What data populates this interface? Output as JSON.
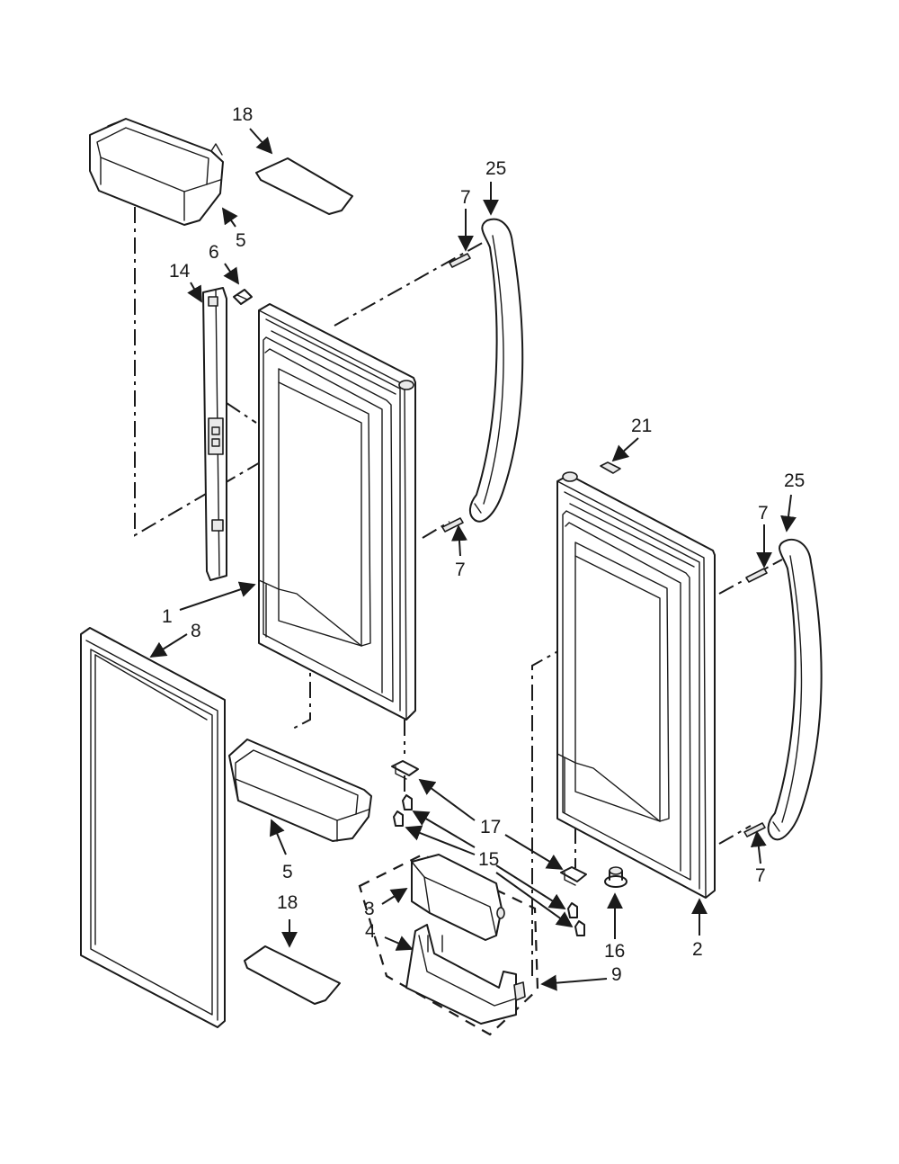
{
  "callouts": {
    "c18a": "18",
    "c25a": "25",
    "c7a": "7",
    "c5a": "5",
    "c6": "6",
    "c14": "14",
    "c21": "21",
    "c25b": "25",
    "c7b": "7",
    "c7c": "7",
    "c1": "1",
    "c8": "8",
    "c17": "17",
    "c15": "15",
    "c5b": "5",
    "c18b": "18",
    "c3": "3",
    "c4": "4",
    "c16": "16",
    "c2": "2",
    "c9": "9",
    "c7d": "7"
  }
}
